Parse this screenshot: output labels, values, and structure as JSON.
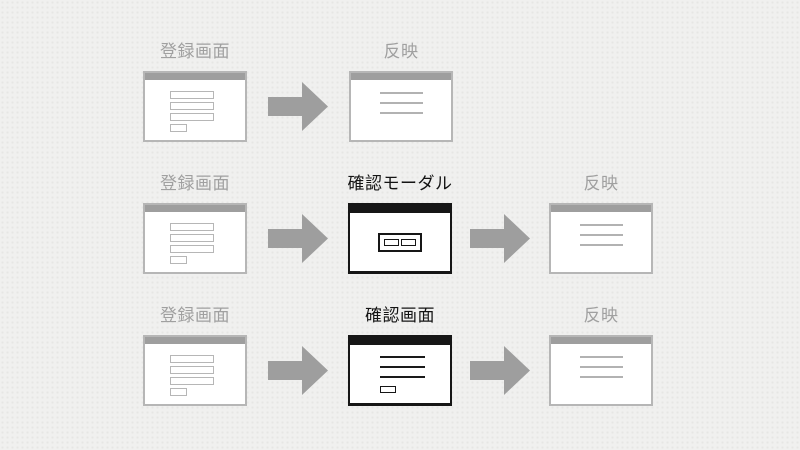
{
  "diagram": {
    "title": "registration-flow-patterns",
    "background": "#f0f0ef",
    "colors": {
      "gray_accent": "#9e9e9e",
      "gray_border": "#b6b6b6",
      "gray_line": "#b2b2b2",
      "gray_label": "#a0a0a0",
      "black_accent": "#161616",
      "window_body": "#ffffff"
    },
    "arrow_icon": "right-arrow",
    "rows": [
      {
        "name": "direct-flow",
        "steps": [
          {
            "label": "登録画面",
            "emphasis": false,
            "kind": "form-window"
          },
          {
            "label": "反映",
            "emphasis": false,
            "kind": "lines-window"
          }
        ]
      },
      {
        "name": "confirmation-modal-flow",
        "steps": [
          {
            "label": "登録画面",
            "emphasis": false,
            "kind": "form-window"
          },
          {
            "label": "確認モーダル",
            "emphasis": true,
            "kind": "modal-window"
          },
          {
            "label": "反映",
            "emphasis": false,
            "kind": "lines-window"
          }
        ]
      },
      {
        "name": "confirmation-screen-flow",
        "steps": [
          {
            "label": "登録画面",
            "emphasis": false,
            "kind": "form-window"
          },
          {
            "label": "確認画面",
            "emphasis": true,
            "kind": "confirm-window"
          },
          {
            "label": "反映",
            "emphasis": false,
            "kind": "lines-window"
          }
        ]
      }
    ]
  }
}
